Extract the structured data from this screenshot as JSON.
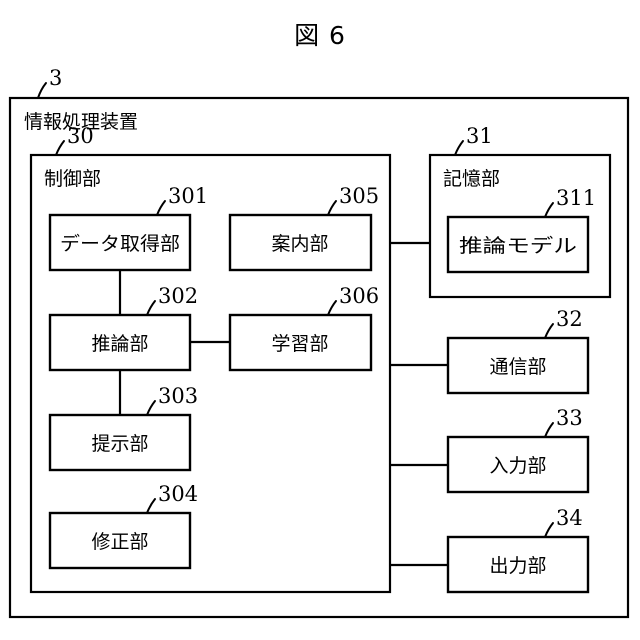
{
  "figure": {
    "title": "図 6",
    "type": "patent-block-diagram"
  },
  "outer": {
    "ref": "3",
    "label": "情報処理装置"
  },
  "containers": [
    {
      "id": "control-unit",
      "ref": "30",
      "label": "制御部"
    },
    {
      "id": "storage-unit",
      "ref": "31",
      "label": "記憶部"
    }
  ],
  "blocks": {
    "data_acquisition": {
      "ref": "301",
      "label": "データ取得部"
    },
    "inference": {
      "ref": "302",
      "label": "推論部"
    },
    "presentation": {
      "ref": "303",
      "label": "提示部"
    },
    "correction": {
      "ref": "304",
      "label": "修正部"
    },
    "guidance": {
      "ref": "305",
      "label": "案内部"
    },
    "learning": {
      "ref": "306",
      "label": "学習部"
    },
    "inference_model": {
      "ref": "311",
      "label": "推論モデル"
    },
    "communication": {
      "ref": "32",
      "label": "通信部"
    },
    "input": {
      "ref": "33",
      "label": "入力部"
    },
    "output": {
      "ref": "34",
      "label": "出力部"
    }
  },
  "colors": {
    "stroke": "#000000",
    "background": "#ffffff",
    "text": "#000000"
  }
}
